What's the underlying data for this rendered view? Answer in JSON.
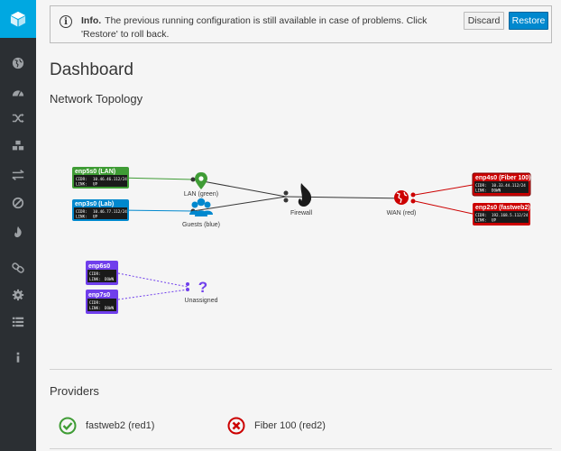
{
  "alert": {
    "title": "Info.",
    "message": "The previous running configuration is still available in case of problems. Click 'Restore' to roll back.",
    "discard_label": "Discard",
    "restore_label": "Restore"
  },
  "page_title": "Dashboard",
  "topology": {
    "section_title": "Network Topology",
    "interfaces": [
      {
        "name": "enp5s0 (LAN)",
        "cidr": "10.46.46.112/24",
        "link": "UP",
        "color": "#3f9c35"
      },
      {
        "name": "enp3s0 (Lab)",
        "cidr": "10.46.77.112/24",
        "link": "UP",
        "color": "#0088ce"
      },
      {
        "name": "enp4s0 (Fiber 100)",
        "cidr": "10.33.44.112/24",
        "link": "DOWN",
        "color": "#cc0000"
      },
      {
        "name": "enp2s0 (fastweb2)",
        "cidr": "192.168.5.112/24",
        "link": "UP",
        "color": "#cc0000"
      },
      {
        "name": "enp6s0",
        "cidr": "",
        "link": "DOWN",
        "color": "#703fec"
      },
      {
        "name": "enp7s0",
        "cidr": "",
        "link": "DOWN",
        "color": "#703fec"
      }
    ],
    "cidr_label": "CIDR:",
    "link_label": "LINK:",
    "zones": {
      "lan": "LAN (green)",
      "guests": "Guests (blue)",
      "firewall": "Firewall",
      "wan": "WAN (red)",
      "unassigned": "Unassigned"
    }
  },
  "providers": {
    "title": "Providers",
    "items": [
      {
        "label": "fastweb2 (red1)",
        "status": "ok",
        "color": "#3f9c35"
      },
      {
        "label": "Fiber 100 (red2)",
        "status": "error",
        "color": "#cc0000"
      }
    ]
  },
  "sidebar": {
    "items": [
      "globe-icon",
      "dashboard-icon",
      "shuffle-icon",
      "cubes-icon",
      "exchange-icon",
      "ban-icon",
      "fire-icon",
      "link-icon",
      "gears-icon",
      "list-icon",
      "info-icon"
    ]
  }
}
